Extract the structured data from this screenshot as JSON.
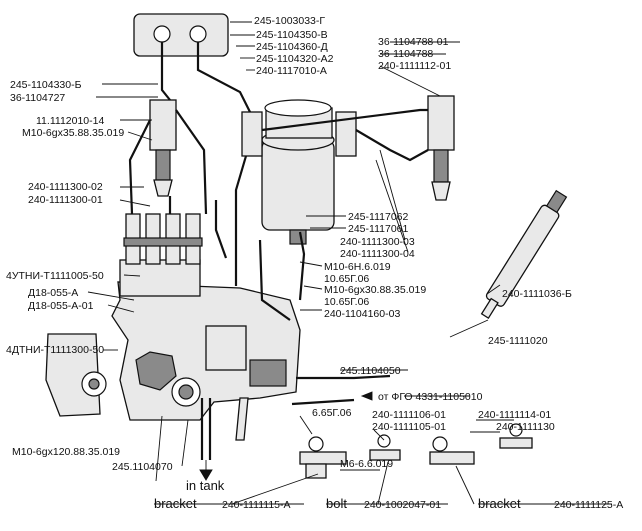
{
  "callouts": {
    "c_1003033": "245-1003033-Г",
    "c_1104350": "245-1104350-В",
    "c_1104360": "245-1104360-Д",
    "c_1104320": "245-1104320-А2",
    "c_1117010": "240-1117010-А",
    "c_1104330": "245-1104330-Б",
    "c_1104727": "36-1104727",
    "c_1112010": "11.1112010-14",
    "c_m10_88": "M10-6gx35.88.35.019",
    "c_1111300_02": "240-1111300-02",
    "c_1111300_01": "240-1111300-01",
    "c_4utni": "4УТНИ-Т1111005-50",
    "c_d18": "Д18-055-А",
    "c_d18_01": "Д18-055-А-01",
    "c_1111300_50": "4ДТНИ-Т1111300-50",
    "c_m10_120": "M10-6gx120.88.35.019",
    "c_1104070": "245.1104070",
    "c_1104788_01": "36-1104788-01",
    "c_1104788": "36-1104788",
    "c_1111112": "240-1111112-01",
    "c_1117062": "245-1117062",
    "c_1117061": "245-1117061",
    "c_1111300_03": "240-1111300-03",
    "c_1111300_04": "240-1111300-04",
    "c_m10_6n": "M10-6H.6.019",
    "c_1065_a": "10.65Г.06",
    "c_m10_30": "M10-6gx30.88.35.019",
    "c_1065_b": "10.65Г.06",
    "c_1104160": "240-1104160-03",
    "c_1111036": "240-1111036-Б",
    "c_1111020": "245-1111020",
    "c_1104050": "245.1104050",
    "c_fgo": "от ФГО 4331-1105010",
    "c_665": "6.65Г.06",
    "c_1111106": "240-1111106-01",
    "c_1111105": "240-1111105-01",
    "c_m6": "M6-6.6.019",
    "c_1111114": "240-1111114-01",
    "c_1111130": "240-1111130",
    "c_intank": "in tank",
    "c_bracket1_word": "bracket",
    "c_bracket1_num": "240-1111115-А",
    "c_bolt_word": "bolt",
    "c_bolt_num": "240-1002047-01",
    "c_bracket2_word": "bracket",
    "c_bracket2_num": "240-1111125-А"
  }
}
